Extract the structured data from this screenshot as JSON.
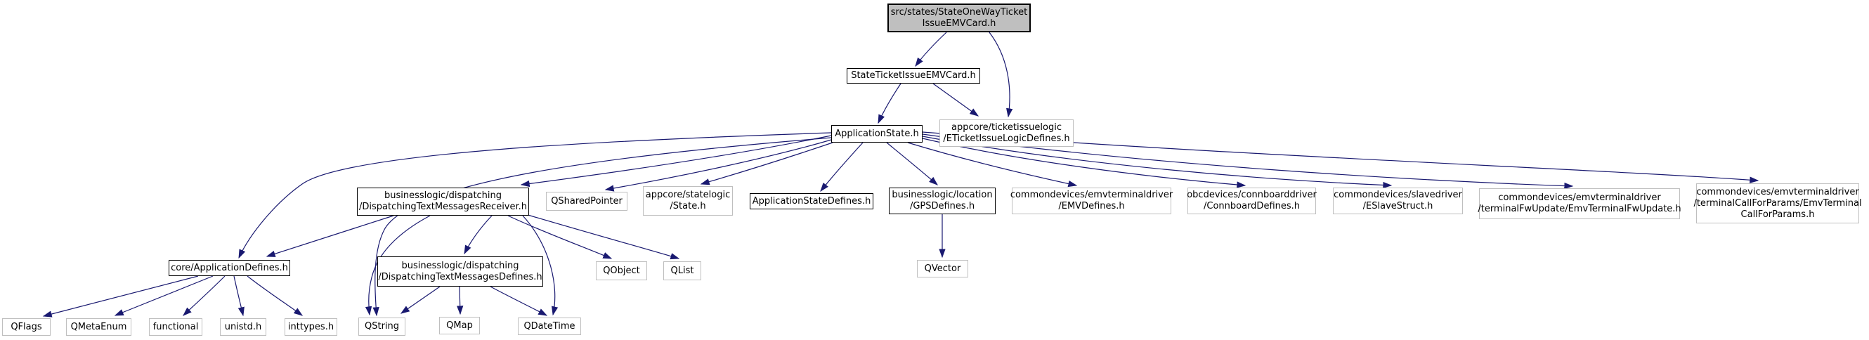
{
  "diagram": {
    "kind": "include-dependency-graph",
    "edge_color": "#191970",
    "root_fill_color": "#bfbfbf",
    "internal_border_color": "#000000",
    "external_border_color": "#bfbfbf",
    "nodes": [
      {
        "id": "root",
        "label": "src/states/StateOneWayTicket\nIssueEMVCard.h",
        "kind": "root"
      },
      {
        "id": "state_ticket",
        "label": "StateTicketIssueEMVCard.h",
        "kind": "internal"
      },
      {
        "id": "app_state",
        "label": "ApplicationState.h",
        "kind": "internal"
      },
      {
        "id": "eticket_defines",
        "label": "appcore/ticketissuelogic\n/ETicketIssueLogicDefines.h",
        "kind": "external"
      },
      {
        "id": "msg_receiver",
        "label": "businesslogic/dispatching\n/DispatchingTextMessagesReceiver.h",
        "kind": "internal"
      },
      {
        "id": "qsharedpointer",
        "label": "QSharedPointer",
        "kind": "external"
      },
      {
        "id": "state_h",
        "label": "appcore/statelogic\n/State.h",
        "kind": "external"
      },
      {
        "id": "app_state_defines",
        "label": "ApplicationStateDefines.h",
        "kind": "internal"
      },
      {
        "id": "gps_defines",
        "label": "businesslogic/location\n/GPSDefines.h",
        "kind": "internal"
      },
      {
        "id": "emv_defines",
        "label": "commondevices/emvterminaldriver\n/EMVDefines.h",
        "kind": "external"
      },
      {
        "id": "connboard_defines",
        "label": "obcdevices/connboarddriver\n/ConnboardDefines.h",
        "kind": "external"
      },
      {
        "id": "eslave_struct",
        "label": "commondevices/slavedriver\n/ESlaveStruct.h",
        "kind": "external"
      },
      {
        "id": "fw_update",
        "label": "commondevices/emvterminaldriver\n/terminalFwUpdate/EmvTerminalFwUpdate.h",
        "kind": "external"
      },
      {
        "id": "call_for_params",
        "label": "commondevices/emvterminaldriver\n/terminalCallForParams/EmvTerminal\nCallForParams.h",
        "kind": "external"
      },
      {
        "id": "app_defines",
        "label": "core/ApplicationDefines.h",
        "kind": "internal"
      },
      {
        "id": "msg_defines",
        "label": "businesslogic/dispatching\n/DispatchingTextMessagesDefines.h",
        "kind": "internal"
      },
      {
        "id": "qobject",
        "label": "QObject",
        "kind": "external"
      },
      {
        "id": "qlist",
        "label": "QList",
        "kind": "external"
      },
      {
        "id": "qvector",
        "label": "QVector",
        "kind": "external"
      },
      {
        "id": "qflags",
        "label": "QFlags",
        "kind": "external"
      },
      {
        "id": "qmetaenum",
        "label": "QMetaEnum",
        "kind": "external"
      },
      {
        "id": "functional",
        "label": "functional",
        "kind": "external"
      },
      {
        "id": "unistd",
        "label": "unistd.h",
        "kind": "external"
      },
      {
        "id": "inttypes",
        "label": "inttypes.h",
        "kind": "external"
      },
      {
        "id": "qstring",
        "label": "QString",
        "kind": "external"
      },
      {
        "id": "qmap",
        "label": "QMap",
        "kind": "external"
      },
      {
        "id": "qdatetime",
        "label": "QDateTime",
        "kind": "external"
      }
    ],
    "edges": [
      {
        "from": "root",
        "to": "state_ticket"
      },
      {
        "from": "root",
        "to": "eticket_defines"
      },
      {
        "from": "state_ticket",
        "to": "app_state"
      },
      {
        "from": "state_ticket",
        "to": "eticket_defines"
      },
      {
        "from": "app_state",
        "to": "msg_receiver"
      },
      {
        "from": "app_state",
        "to": "qsharedpointer"
      },
      {
        "from": "app_state",
        "to": "state_h"
      },
      {
        "from": "app_state",
        "to": "app_state_defines"
      },
      {
        "from": "app_state",
        "to": "gps_defines"
      },
      {
        "from": "app_state",
        "to": "emv_defines"
      },
      {
        "from": "app_state",
        "to": "connboard_defines"
      },
      {
        "from": "app_state",
        "to": "eslave_struct"
      },
      {
        "from": "app_state",
        "to": "fw_update"
      },
      {
        "from": "app_state",
        "to": "call_for_params"
      },
      {
        "from": "app_state",
        "to": "app_defines"
      },
      {
        "from": "app_state",
        "to": "qstring"
      },
      {
        "from": "msg_receiver",
        "to": "app_defines"
      },
      {
        "from": "msg_receiver",
        "to": "msg_defines"
      },
      {
        "from": "msg_receiver",
        "to": "qobject"
      },
      {
        "from": "msg_receiver",
        "to": "qlist"
      },
      {
        "from": "msg_receiver",
        "to": "qstring"
      },
      {
        "from": "msg_receiver",
        "to": "qdatetime"
      },
      {
        "from": "app_defines",
        "to": "qflags"
      },
      {
        "from": "app_defines",
        "to": "qmetaenum"
      },
      {
        "from": "app_defines",
        "to": "functional"
      },
      {
        "from": "app_defines",
        "to": "unistd"
      },
      {
        "from": "app_defines",
        "to": "inttypes"
      },
      {
        "from": "msg_defines",
        "to": "qstring"
      },
      {
        "from": "msg_defines",
        "to": "qmap"
      },
      {
        "from": "msg_defines",
        "to": "qdatetime"
      },
      {
        "from": "gps_defines",
        "to": "qvector"
      }
    ]
  }
}
